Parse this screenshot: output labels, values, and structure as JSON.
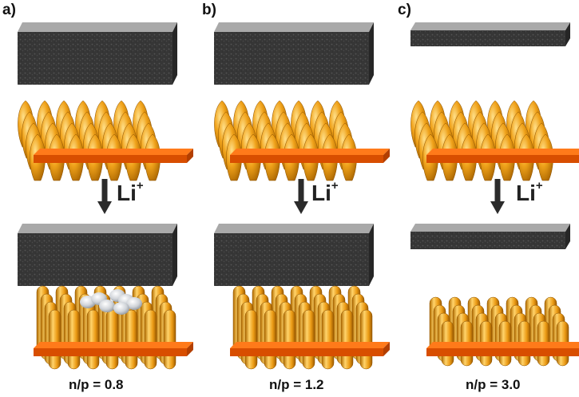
{
  "panels": [
    {
      "label": "a)",
      "ion": "Li",
      "charge": "+",
      "ratio": "n/p = 0.8",
      "anode_before": "thick",
      "anode_after": "thick",
      "pillars_after": "expanded with lithium deposits"
    },
    {
      "label": "b)",
      "ion": "Li",
      "charge": "+",
      "ratio": "n/p = 1.2",
      "anode_before": "thick",
      "anode_after": "thick",
      "pillars_after": "expanded"
    },
    {
      "label": "c)",
      "ion": "Li",
      "charge": "+",
      "ratio": "n/p = 3.0",
      "anode_before": "thin",
      "anode_after": "thin",
      "pillars_after": "expanded"
    }
  ],
  "colors": {
    "anode_top": "#a9a9a9",
    "anode_front": "#3a3a3a",
    "substrate_top": "#ff7a1a",
    "substrate_front": "#d84e00",
    "pillar": "#f0a21a",
    "deposit": "#cfd3d8",
    "arrow": "#2b2b2b"
  }
}
